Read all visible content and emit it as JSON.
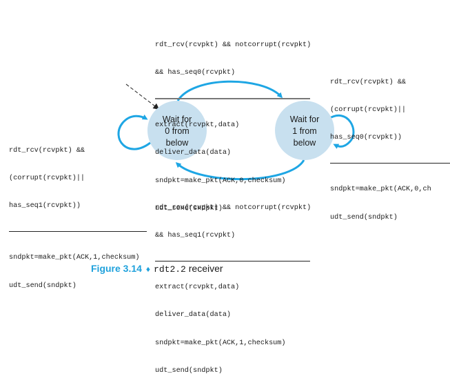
{
  "colors": {
    "state_fill": "#c8e0ef",
    "arrow": "#1ea6e4",
    "initial_arrow": "#333333",
    "caption_accent": "#1fa1dc"
  },
  "states": [
    {
      "id": "wait0",
      "lines": [
        "Wait for",
        "0 from",
        "below"
      ]
    },
    {
      "id": "wait1",
      "lines": [
        "Wait for",
        "1 from",
        "below"
      ]
    }
  ],
  "transitions": {
    "top": {
      "event": [
        "rdt_rcv(rcvpkt) && notcorrupt(rcvpkt)",
        "&& has_seq0(rcvpkt)"
      ],
      "actions": [
        "extract(rcvpkt,data)",
        "deliver_data(data)",
        "sndpkt=make_pkt(ACK,0,checksum)",
        "udt_send(sndpkt)"
      ]
    },
    "right_self": {
      "event": [
        "rdt_rcv(rcvpkt) &&",
        "(corrupt(rcvpkt)||",
        "has_seq0(rcvpkt))"
      ],
      "actions": [
        "sndpkt=make_pkt(ACK,0,ch",
        "udt_send(sndpkt)"
      ]
    },
    "left_self": {
      "event": [
        "rdt_rcv(rcvpkt) &&",
        "(corrupt(rcvpkt)||",
        "has_seq1(rcvpkt))"
      ],
      "actions": [
        "sndpkt=make_pkt(ACK,1,checksum)",
        "udt_send(sndpkt)"
      ]
    },
    "bottom": {
      "event": [
        "rdt_rcv(rcvpkt) && notcorrupt(rcvpkt)",
        "&& has_seq1(rcvpkt)"
      ],
      "actions": [
        "extract(rcvpkt,data)",
        "deliver_data(data)",
        "sndpkt=make_pkt(ACK,1,checksum)",
        "udt_send(sndpkt)"
      ]
    }
  },
  "caption": {
    "figure_number": "Figure 3.14",
    "separator": "♦",
    "code": "rdt2.2",
    "text": " receiver"
  }
}
